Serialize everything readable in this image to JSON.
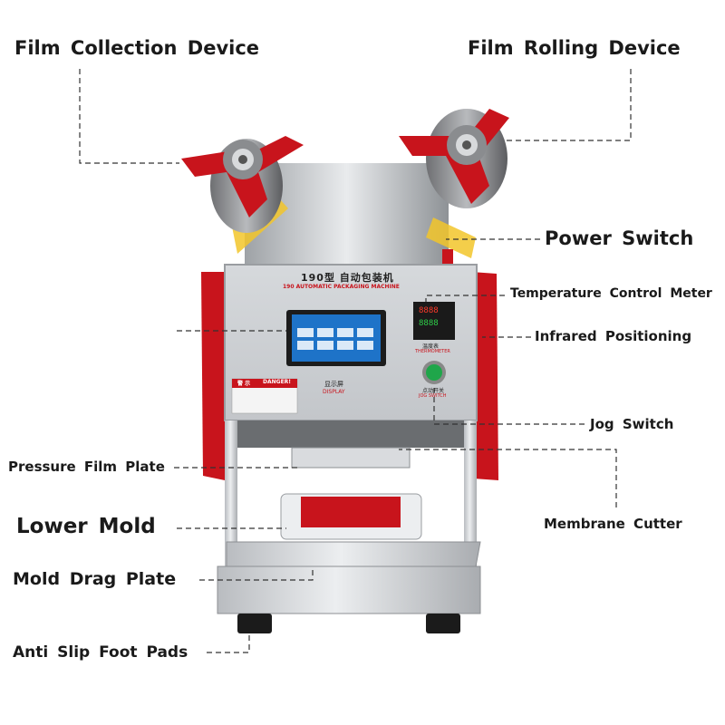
{
  "labels": {
    "film_collection": "Film Collection Device",
    "film_rolling": "Film Rolling Device",
    "power_switch": "Power Switch",
    "temperature_meter": "Temperature Control Meter",
    "infrared": "Infrared Positioning",
    "jog_switch": "Jog Switch",
    "pressure_plate": "Pressure Film Plate",
    "membrane_cutter": "Membrane Cutter",
    "lower_mold": "Lower Mold",
    "mold_drag": "Mold Drag Plate",
    "foot_pads": "Anti Slip Foot Pads"
  },
  "machine": {
    "model_title": "190型 自动包装机",
    "model_subtitle": "190 AUTOMATIC PACKAGING MACHINE",
    "display_cn": "显示屏",
    "display_en": "DISPLAY",
    "warning_cn": "警 示",
    "warning_en": "DANGER!",
    "meter_top": "8888",
    "meter_bottom": "8888",
    "meter_cn": "温度表",
    "meter_en": "THERMOMETER",
    "jog_cn": "点动开关",
    "jog_en": "JOG SWITCH"
  },
  "colors": {
    "red": "#c8141c",
    "steel": "#c9ccd0",
    "screen": "#1e73c8"
  }
}
